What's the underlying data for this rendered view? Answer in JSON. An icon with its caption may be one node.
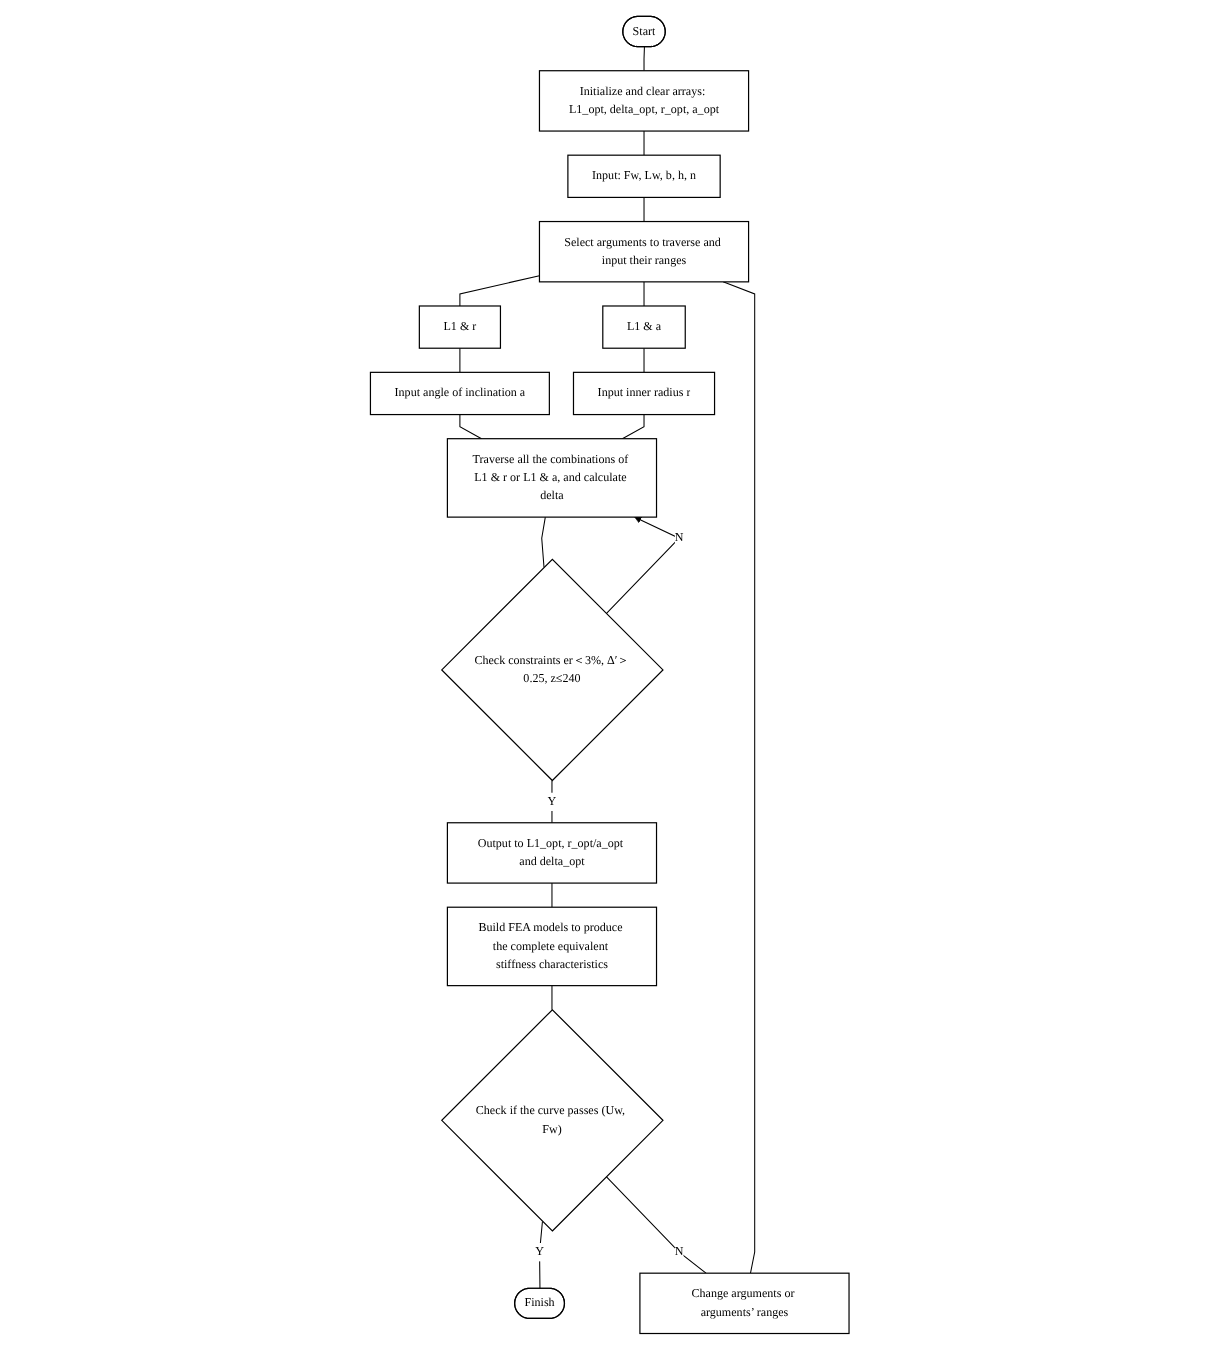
{
  "diagram": {
    "nodes": [
      {
        "text": [
          "Start"
        ]
      },
      {
        "text": [
          "Initialize and clear arrays: L1_opt, delta_opt, r_opt, a_opt"
        ]
      },
      {
        "text": [
          "Input: Fw, Lw, b, h, n"
        ]
      },
      {
        "text": [
          "Select arguments to traverse and input their ranges"
        ]
      },
      {
        "text": [
          "Change arguments or arguments’ ranges"
        ]
      },
      {
        "text": [
          "L1 & r"
        ]
      },
      {
        "text": [
          "L1 & a"
        ]
      },
      {
        "text": [
          "Input angle of inclination a"
        ]
      },
      {
        "text": [
          "Input inner radius r"
        ]
      },
      {
        "text": [
          "Traverse all the combinations of L1 & r or L1 & a, and calculate delta"
        ]
      },
      {
        "text": [
          "Check constraints er＜3%, Δ′＞0.25, z≤240"
        ]
      },
      {
        "text": [
          "Output to L1_opt, r_opt/a_opt and delta_opt"
        ]
      },
      {
        "text": [
          "Build FEA models to produce the complete equivalent stiffness characteristics"
        ]
      },
      {
        "text": [
          "Check if the curve passes (Uw, Fw)"
        ]
      },
      {
        "text": [
          "Finish"
        ]
      }
    ],
    "edges": [
      {
        "from": 0,
        "to": 1,
        "arrow": "none"
      },
      {
        "from": 1,
        "to": 2,
        "arrow": "none"
      },
      {
        "from": 2,
        "to": 3,
        "arrow": "none"
      },
      {
        "from": 3,
        "to": 5,
        "arrow": "none"
      },
      {
        "from": 3,
        "to": 6,
        "arrow": "none"
      },
      {
        "from": 5,
        "to": 7,
        "arrow": "none"
      },
      {
        "from": 6,
        "to": 8,
        "arrow": "none"
      },
      {
        "from": 7,
        "to": 9,
        "arrow": "none"
      },
      {
        "from": 8,
        "to": 9,
        "arrow": "none"
      },
      {
        "from": 9,
        "to": 10,
        "arrow": "none"
      },
      {
        "from": 10,
        "to": 9,
        "arrow": "to",
        "label": "N"
      },
      {
        "from": 10,
        "to": 11,
        "arrow": "none",
        "label": "Y"
      },
      {
        "from": 11,
        "to": 12,
        "arrow": "none"
      },
      {
        "from": 12,
        "to": 13,
        "arrow": "none"
      },
      {
        "from": 13,
        "to": 14,
        "arrow": "none",
        "label": "Y"
      },
      {
        "from": 13,
        "to": 4,
        "arrow": "none",
        "label": "N"
      },
      {
        "from": 4,
        "to": 3,
        "arrow": "none"
      }
    ]
  }
}
